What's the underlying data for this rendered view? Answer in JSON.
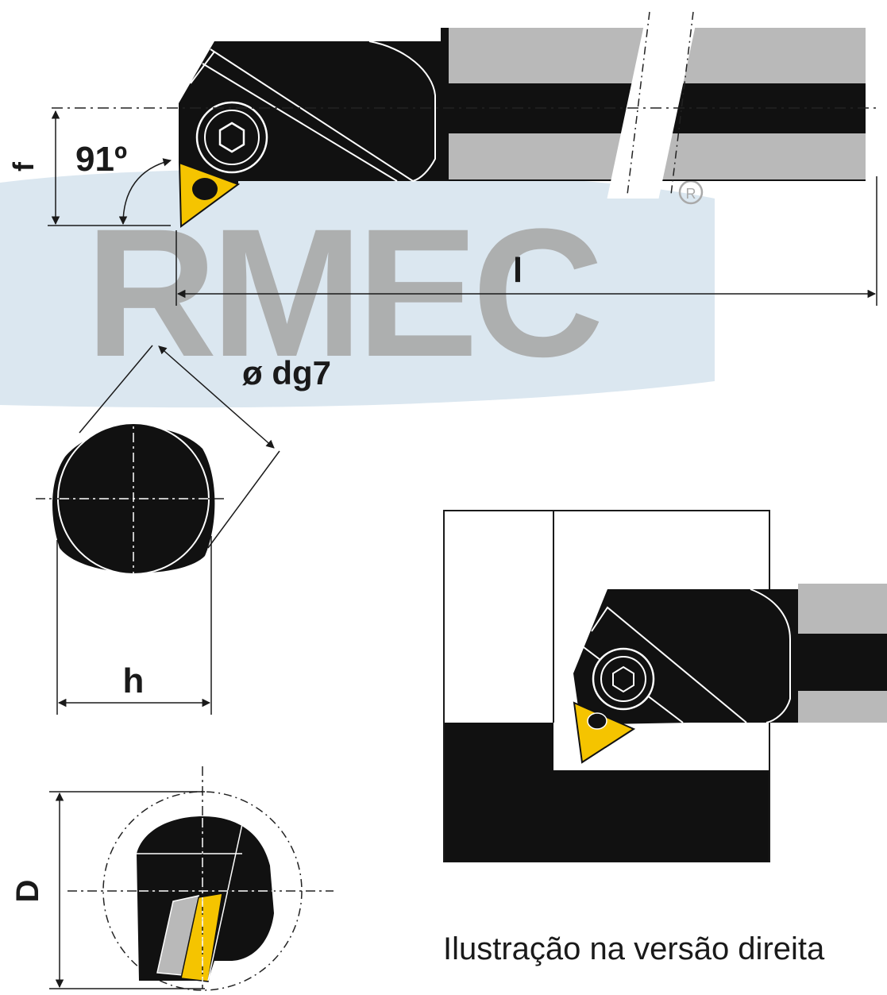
{
  "labels": {
    "f": "f",
    "angle": "91º",
    "l": "l",
    "dg7": "ø dg7",
    "h": "h",
    "D": "D",
    "caption": "Ilustração na versão direita",
    "registered": "R"
  },
  "watermark": {
    "text": "RMEC",
    "color": "#a9a9a9"
  },
  "colors": {
    "body": "#111111",
    "shank_gray": "#b9b9b9",
    "insert": "#f5c400",
    "watermark_blue": "#c9dbe8",
    "line": "#1a1a1a"
  },
  "icons": {
    "screw": "hex-socket-screw-icon",
    "insert": "triangular-insert-icon"
  }
}
